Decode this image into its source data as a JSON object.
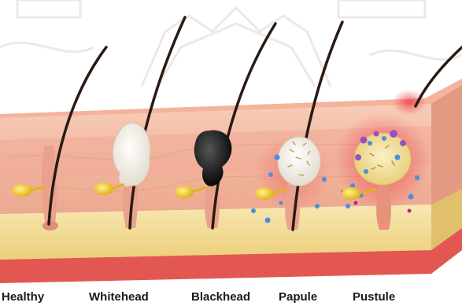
{
  "labels": {
    "healthy": "Healthy",
    "whitehead": "Whitehead",
    "blackhead": "Blackhead",
    "papule": "Papule",
    "pustule": "Pustule"
  },
  "colors": {
    "epidermis": "#f6c3ad",
    "dermis": "#f2b39e",
    "fat": "#f3dc93",
    "hair": "#2a1a14",
    "sebum": "#f3d23c",
    "blackhead": "#1b1b1b",
    "whitehead": "#f4f0e8",
    "inflammation": "#e8444e",
    "bacteria": "#4a8fe0",
    "watermark": "#d9d0c4"
  }
}
